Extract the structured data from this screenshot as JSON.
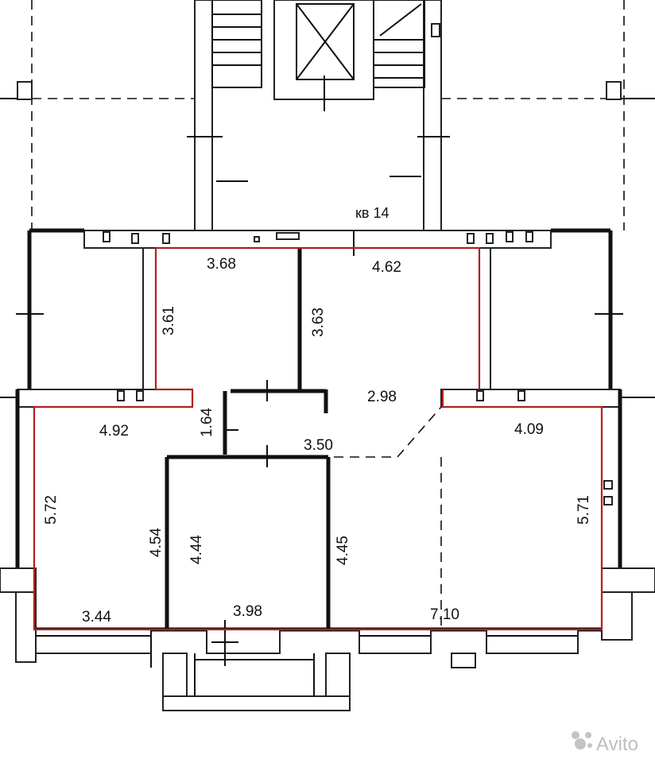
{
  "apartment_label": "кв 14",
  "dimensions": {
    "hall_width": "3.68",
    "hall_depth": "3.61",
    "kitchen_width": "4.62",
    "kitchen_depth": "3.63",
    "corridor": "2.98",
    "left_room_width": "4.92",
    "left_room_depth": "5.72",
    "left_room_bottom": "3.44",
    "left_room_inner": "4.54",
    "bath_depth": "1.64",
    "bath_width": "3.50",
    "middle_room_depth": "4.44",
    "middle_room_width": "3.98",
    "middle_room_right": "4.45",
    "right_room_width": "4.09",
    "right_room_depth": "5.71",
    "right_room_bottom": "7.10"
  },
  "watermark": "Avito",
  "colors": {
    "wall": "#111111",
    "outline": "#b3201c",
    "watermark": "#bdbdbd"
  }
}
